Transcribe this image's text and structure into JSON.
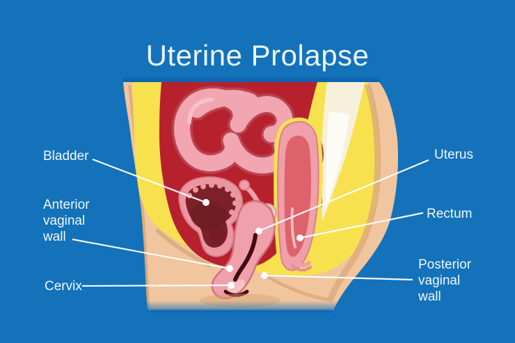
{
  "title": "Uterine Prolapse",
  "labels": {
    "bladder": "Bladder",
    "anterior_vaginal_wall": "Anterior vaginal wall",
    "cervix": "Cervix",
    "uterus": "Uterus",
    "rectum": "Rectum",
    "posterior_vaginal_wall": "Posterior vaginal wall"
  },
  "palette": {
    "background": "#1372ba",
    "title_text": "#ecf5fc",
    "label_text": "#f2f8fd",
    "leader_line": "#ffffff",
    "skin": "#f1c59e",
    "skin_shadow": "#dcaa7d",
    "fat_layer": "#f8e14f",
    "abdominal_cavity": "#b7212e",
    "intestine": "#f1a6b1",
    "intestine_outline": "#b8444f",
    "organ_pink": "#efa0aa",
    "bladder_interior": "#7c2129",
    "rectum_interior": "#de626c",
    "bone": "#f7f1dc",
    "vaginal_canal": "#45090f"
  }
}
